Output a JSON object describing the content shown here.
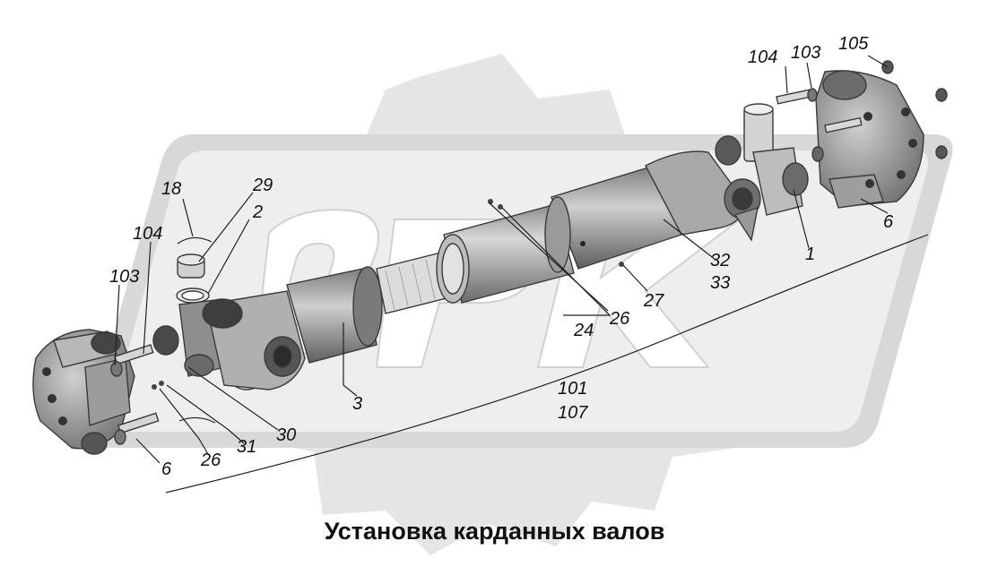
{
  "caption": "Установка карданных валов",
  "callouts": [
    "18",
    "29",
    "2",
    "104",
    "103",
    "26",
    "31",
    "30",
    "3",
    "6",
    "24",
    "26",
    "27",
    "32",
    "33",
    "1",
    "6",
    "101",
    "107",
    "104",
    "103",
    "105"
  ],
  "colors": {
    "watermark": "#e3e3e3",
    "watermark_dark": "#d2d2d2",
    "part_light": "#c9c9c9",
    "part_mid": "#9a9a9a",
    "part_dark": "#5a5a5a"
  }
}
